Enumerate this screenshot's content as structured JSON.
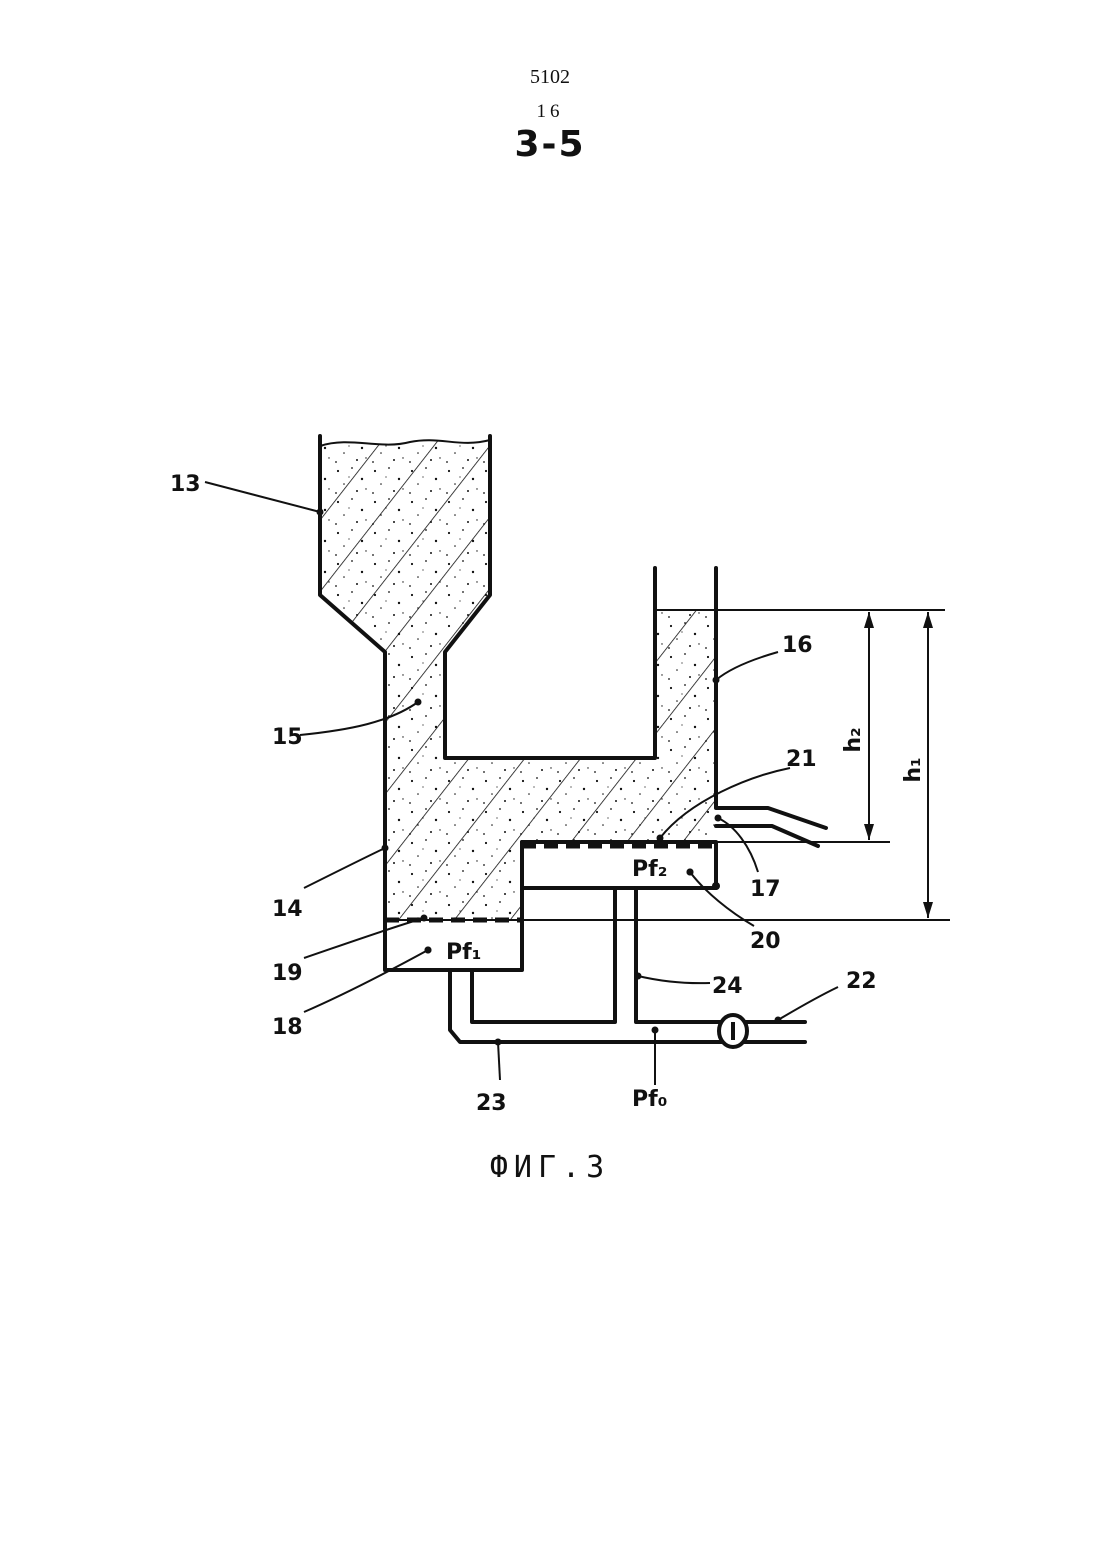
{
  "header": {
    "doc_number": "5102",
    "page_number": "16",
    "sheet_label": "3-5"
  },
  "figure": {
    "caption": "ФИГ.3",
    "labels": {
      "l13": "13",
      "l14": "14",
      "l15": "15",
      "l16": "16",
      "l17": "17",
      "l18": "18",
      "l19": "19",
      "l20": "20",
      "l21": "21",
      "l22": "22",
      "l23": "23",
      "l24": "24",
      "h1": "h₁",
      "h2": "h₂",
      "pf1": "Pf₁",
      "pf2": "Pf₂",
      "pf0": "Pf₀"
    }
  },
  "colors": {
    "ink": "#111111",
    "paper": "#ffffff"
  }
}
